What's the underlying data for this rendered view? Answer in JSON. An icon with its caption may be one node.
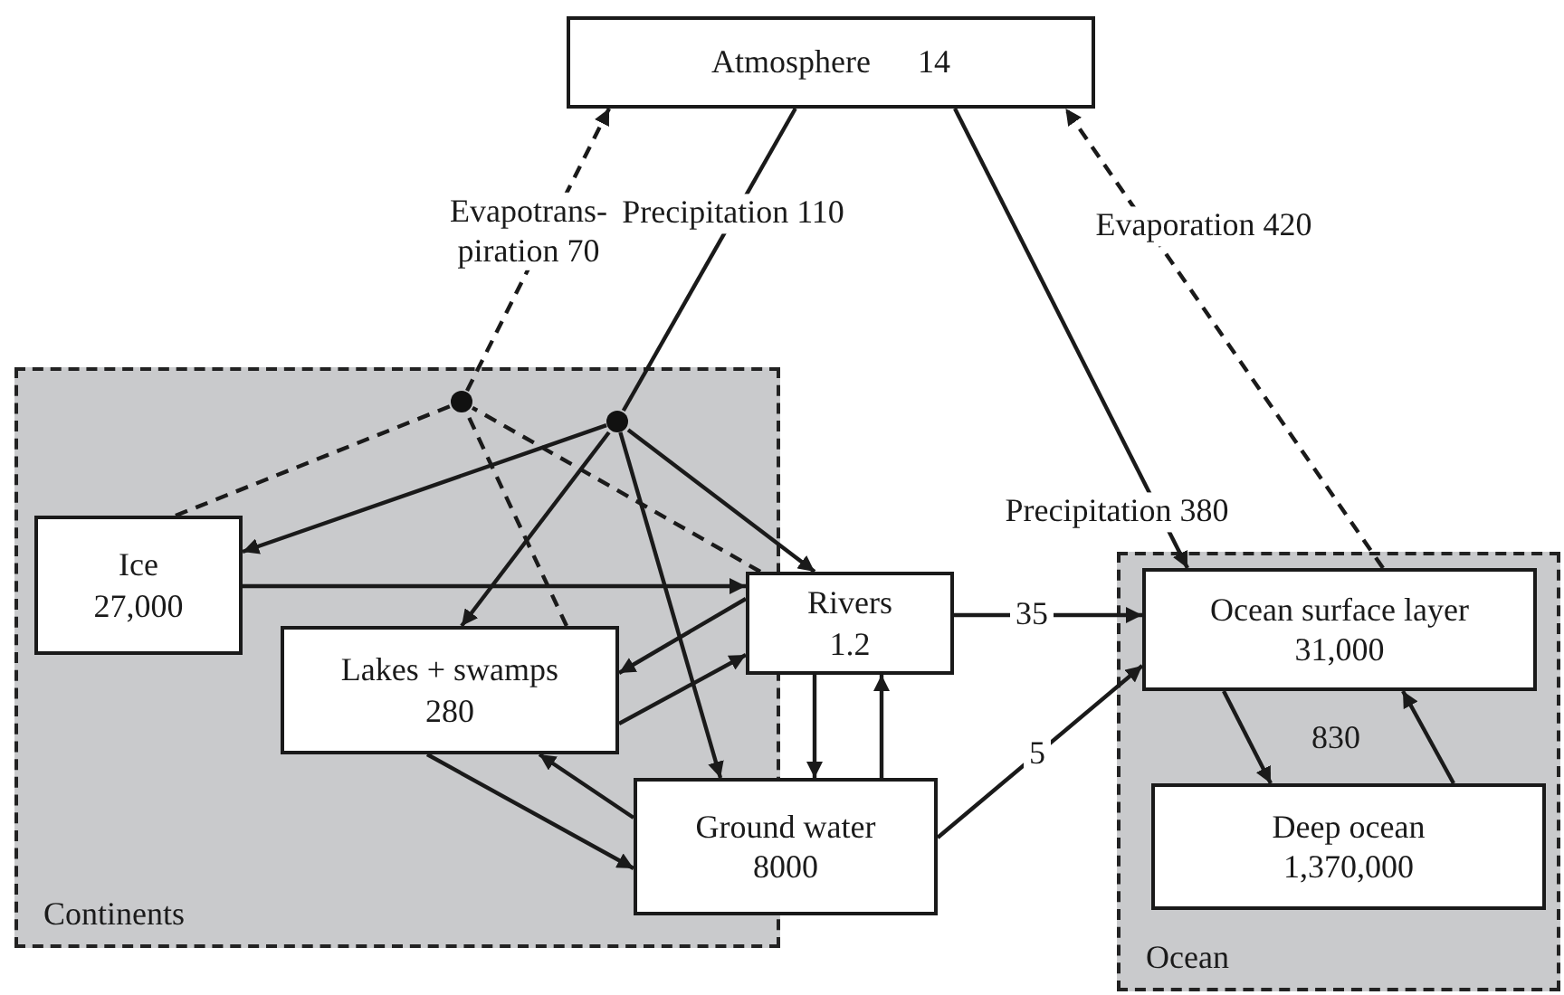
{
  "diagram": {
    "nodes": [
      {
        "text": [
          "Atmosphere",
          "14"
        ]
      },
      {
        "text": [
          "Continents"
        ]
      },
      {
        "text": [
          "Ice",
          "27,000"
        ],
        "in": 1
      },
      {
        "text": [
          "Lakes + swamps",
          "280"
        ],
        "in": 1
      },
      {
        "text": [
          "Rivers",
          "1.2"
        ]
      },
      {
        "text": [
          "Ground water",
          "8000"
        ]
      },
      {
        "text": [
          "Ocean"
        ]
      },
      {
        "text": [
          "Ocean surface layer",
          "31,000"
        ],
        "in": 6
      },
      {
        "text": [
          "Deep ocean",
          "1,370,000"
        ],
        "in": 6
      },
      {
        "text": [],
        "shape": "circle",
        "in": 1
      },
      {
        "text": [],
        "shape": "circle",
        "in": 1
      }
    ],
    "edges": [
      {
        "from": 0,
        "to": 9,
        "arrow": "none",
        "label": "Precipitation 110"
      },
      {
        "from": 9,
        "to": 2,
        "arrow": "to"
      },
      {
        "from": 9,
        "to": 3,
        "arrow": "to"
      },
      {
        "from": 9,
        "to": 5,
        "arrow": "to"
      },
      {
        "from": 9,
        "to": 4,
        "arrow": "to"
      },
      {
        "from": 10,
        "to": 0,
        "arrow": "to",
        "style": "dashed",
        "label": "Evapotrans- piration 70"
      },
      {
        "from": 2,
        "to": 10,
        "arrow": "none",
        "style": "dashed"
      },
      {
        "from": 3,
        "to": 10,
        "arrow": "none",
        "style": "dashed"
      },
      {
        "from": 4,
        "to": 10,
        "arrow": "none",
        "style": "dashed"
      },
      {
        "from": 0,
        "to": 7,
        "arrow": "to",
        "label": "Precipitation 380"
      },
      {
        "from": 7,
        "to": 0,
        "arrow": "to",
        "style": "dashed",
        "label": "Evaporation 420"
      },
      {
        "from": 2,
        "to": 4,
        "arrow": "to"
      },
      {
        "from": 4,
        "to": 3,
        "arrow": "to"
      },
      {
        "from": 3,
        "to": 4,
        "arrow": "to"
      },
      {
        "from": 4,
        "to": 5,
        "arrow": "to"
      },
      {
        "from": 5,
        "to": 4,
        "arrow": "to"
      },
      {
        "from": 3,
        "to": 5,
        "arrow": "to"
      },
      {
        "from": 5,
        "to": 3,
        "arrow": "to"
      },
      {
        "from": 4,
        "to": 7,
        "arrow": "to",
        "label": "35"
      },
      {
        "from": 5,
        "to": 7,
        "arrow": "to",
        "label": "5"
      },
      {
        "from": 7,
        "to": 8,
        "arrow": "to"
      },
      {
        "from": 8,
        "to": 7,
        "arrow": "to"
      }
    ],
    "labels": [
      "830"
    ]
  }
}
